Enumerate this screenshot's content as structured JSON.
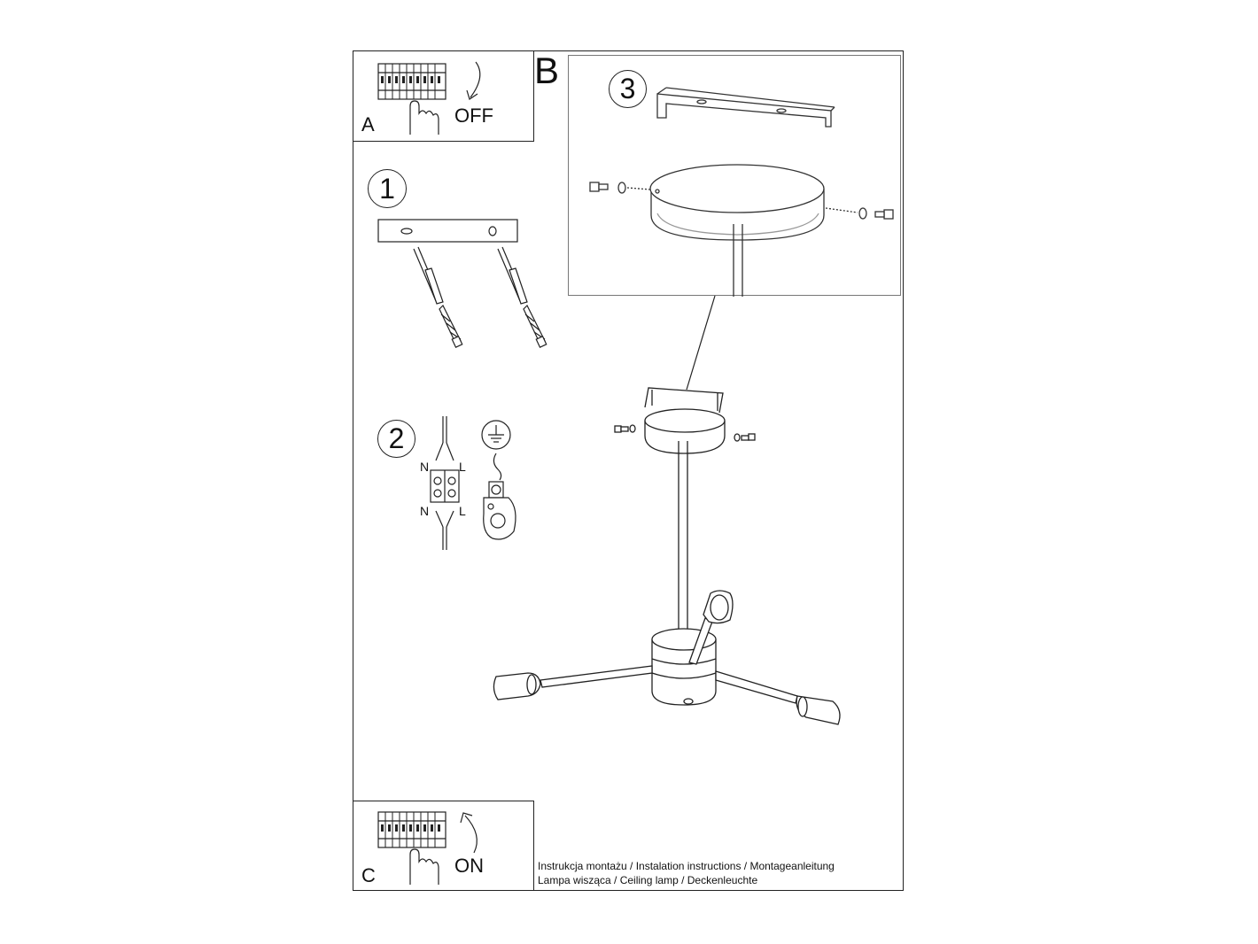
{
  "step_a": {
    "letter": "A",
    "switch_label": "OFF"
  },
  "step_b": {
    "letter": "B"
  },
  "step_c": {
    "letter": "C",
    "switch_label": "ON"
  },
  "step_1": {
    "number": "1"
  },
  "step_2": {
    "number": "2",
    "terminal_left": "N",
    "terminal_right": "L"
  },
  "step_3": {
    "number": "3"
  },
  "caption": {
    "line1": "Instrukcja montażu / Instalation instructions / Montageanleitung",
    "line2": "Lampa wisząca / Ceiling lamp / Deckenleuchte"
  }
}
